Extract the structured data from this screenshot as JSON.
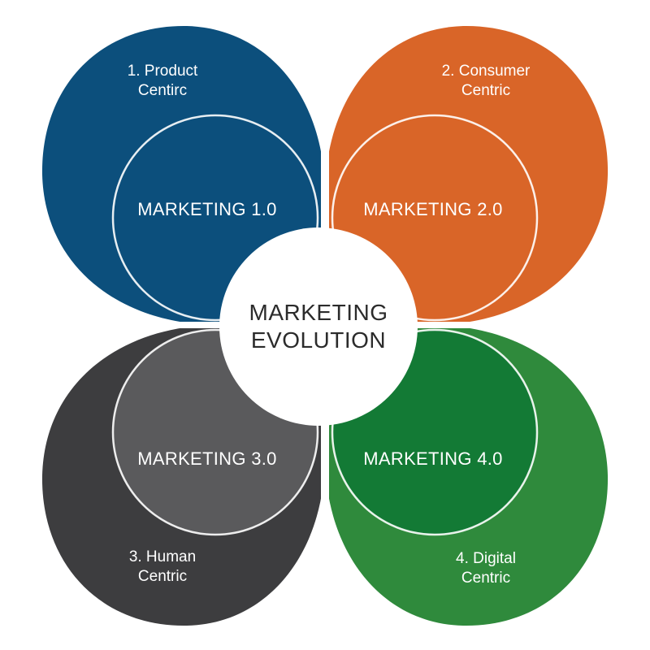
{
  "center": {
    "title_line1": "MARKETING",
    "title_line2": "EVOLUTION"
  },
  "petals": [
    {
      "id": "m1",
      "stage_line1": "1. Product",
      "stage_line2": "Centirc",
      "version": "MARKETING 1.0",
      "outer_color": "#0c4f7c",
      "inner_color": "#0c4f7c"
    },
    {
      "id": "m2",
      "stage_line1": "2. Consumer",
      "stage_line2": "Centric",
      "version": "MARKETING 2.0",
      "outer_color": "#d96528",
      "inner_color": "#d96528"
    },
    {
      "id": "m3",
      "stage_line1": "3. Human",
      "stage_line2": "Centric",
      "version": "MARKETING 3.0",
      "outer_color": "#3d3d3f",
      "inner_color": "#5a5a5c"
    },
    {
      "id": "m4",
      "stage_line1": "4. Digital",
      "stage_line2": "Centric",
      "version": "MARKETING 4.0",
      "outer_color": "#2f8a3c",
      "inner_color": "#137a35"
    }
  ]
}
